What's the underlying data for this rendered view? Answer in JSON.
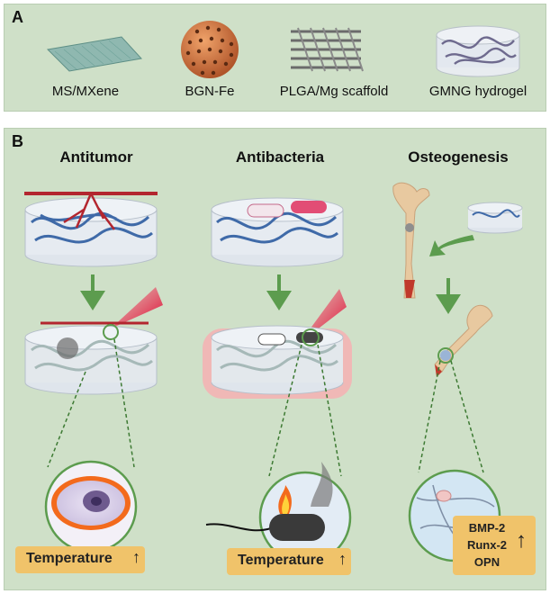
{
  "panel_a": {
    "label": "A",
    "items": [
      {
        "label": "MS/MXene",
        "icon": "mxene-sheet-icon"
      },
      {
        "label": "BGN-Fe",
        "icon": "bgn-fe-sphere-icon"
      },
      {
        "label": "PLGA/Mg scaffold",
        "icon": "scaffold-icon"
      },
      {
        "label": "GMNG hydrogel",
        "icon": "hydrogel-icon"
      }
    ]
  },
  "panel_b": {
    "label": "B",
    "columns": [
      {
        "title": "Antitumor",
        "badge": "Temperature"
      },
      {
        "title": "Antibacteria",
        "badge": "Temperature"
      },
      {
        "title": "Osteogenesis",
        "markers": [
          "BMP-2",
          "Runx-2",
          "OPN"
        ]
      }
    ]
  },
  "colors": {
    "background": "#cfe0c8",
    "fiber_blue": "#4a6fa0",
    "arrow_green": "#5c9c4e",
    "laser_red": "#e8173a",
    "badge": "#f0c36a"
  }
}
